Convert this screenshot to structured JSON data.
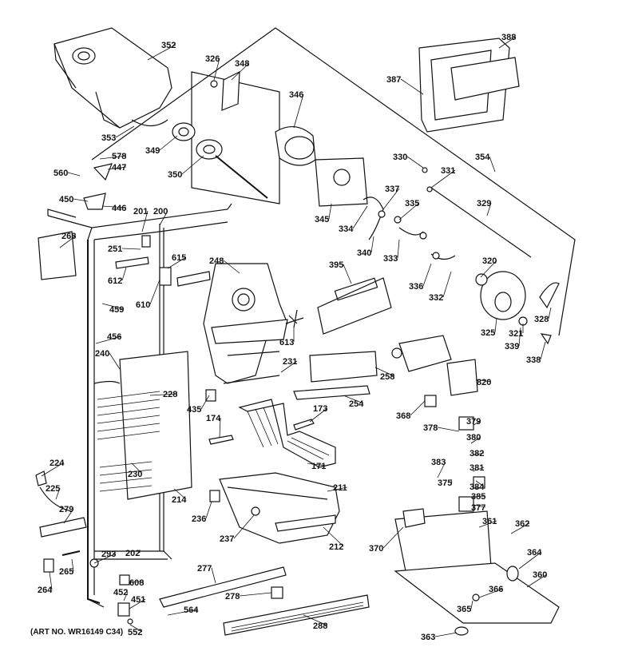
{
  "art_note": "(ART NO. WR16149 C34)",
  "callouts": [
    "352",
    "326",
    "348",
    "346",
    "388",
    "387",
    "353",
    "349",
    "350",
    "578",
    "447",
    "560",
    "450",
    "446",
    "201",
    "200",
    "268",
    "251",
    "612",
    "615",
    "610",
    "248",
    "459",
    "456",
    "240",
    "228",
    "435",
    "174",
    "230",
    "224",
    "225",
    "279",
    "214",
    "236",
    "237",
    "211",
    "212",
    "293",
    "202",
    "265",
    "264",
    "277",
    "608",
    "452",
    "451",
    "552",
    "564",
    "278",
    "288",
    "345",
    "334",
    "330",
    "331",
    "354",
    "329",
    "337",
    "335",
    "340",
    "333",
    "336",
    "332",
    "320",
    "325",
    "321",
    "328",
    "339",
    "338",
    "395",
    "613",
    "231",
    "258",
    "254",
    "173",
    "171",
    "820",
    "368",
    "378",
    "379",
    "380",
    "382",
    "381",
    "383",
    "375",
    "384",
    "385",
    "377",
    "370",
    "361",
    "362",
    "364",
    "360",
    "366",
    "365",
    "363"
  ],
  "lead_directions": {}
}
